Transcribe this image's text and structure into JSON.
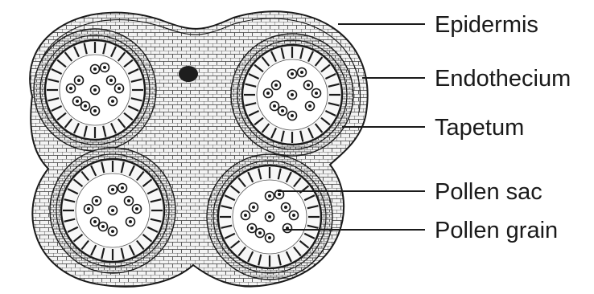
{
  "diagram": {
    "labels": {
      "epidermis": "Epidermis",
      "endothecium": "Endothecium",
      "tapetum": "Tapetum",
      "pollen_sac": "Pollen sac",
      "pollen_grain": "Pollen grain"
    },
    "colors": {
      "ink": "#1a1a1a",
      "cell_fill": "#f2f2f2",
      "cavity_fill": "#ffffff"
    }
  }
}
